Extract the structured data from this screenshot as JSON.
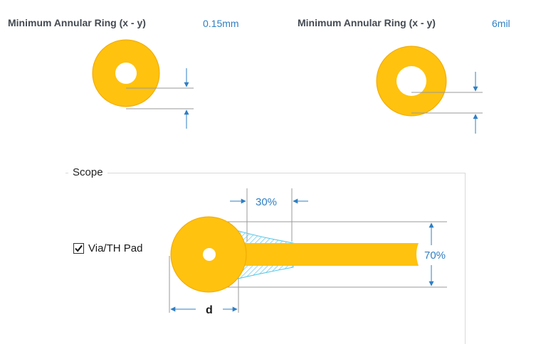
{
  "rings": [
    {
      "label": "Minimum Annular Ring (x - y)",
      "value": "0.15mm"
    },
    {
      "label": "Minimum Annular Ring (x - y)",
      "value": "6mil"
    }
  ],
  "scope": {
    "title": "Scope",
    "checkbox_label": "Via/TH Pad",
    "checked": true
  },
  "dimensions": {
    "neck_length": "30%",
    "width_ratio": "70%",
    "pad_diameter": "d"
  },
  "colors": {
    "pad": "#FFC20E",
    "accent": "#2f7fc4",
    "hatch": "#5bc8e6"
  }
}
